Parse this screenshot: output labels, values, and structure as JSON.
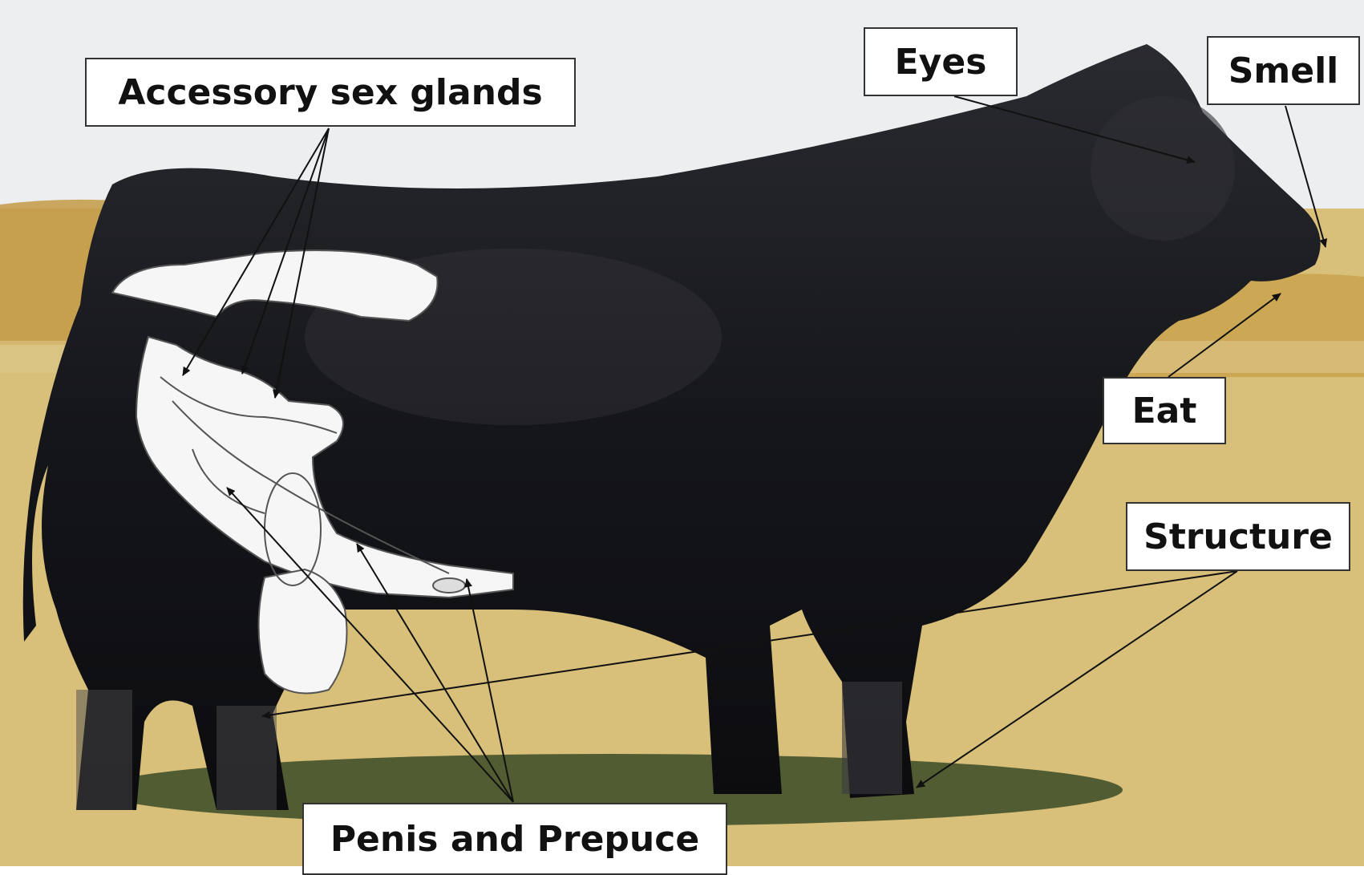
{
  "labels": {
    "accessory_sex_glands": "Accessory sex glands",
    "eyes": "Eyes",
    "smell": "Smell",
    "eat": "Eat",
    "structure": "Structure",
    "penis_and_prepuce": "Penis and Prepuce"
  },
  "colors": {
    "sky": "#eef0f2",
    "grass": "#d9c27e",
    "crop": "#c9a24a",
    "bull": "#16171c",
    "shadow": "#2c3a1e",
    "anatomy_fill": "#f4f4f4",
    "anatomy_line": "#555555",
    "arrow": "#111111"
  }
}
